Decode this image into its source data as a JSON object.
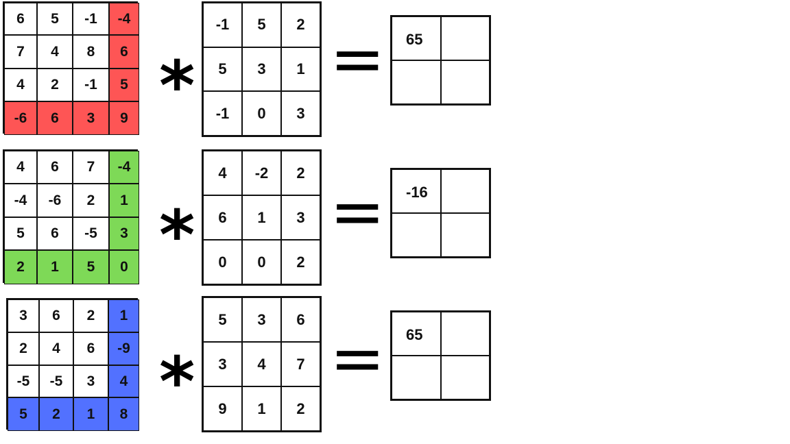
{
  "highlight_colors": [
    "#fe5555",
    "#7ed957",
    "#5271ff"
  ],
  "operator_symbol": "*",
  "equals_symbol": "=",
  "rows": [
    {
      "input": [
        [
          "6",
          "5",
          "-1",
          "-4"
        ],
        [
          "7",
          "4",
          "8",
          "6"
        ],
        [
          "4",
          "2",
          "-1",
          "5"
        ],
        [
          "-6",
          "6",
          "3",
          "9"
        ]
      ],
      "kernel": [
        [
          "-1",
          "5",
          "2"
        ],
        [
          "5",
          "3",
          "1"
        ],
        [
          "-1",
          "0",
          "3"
        ]
      ],
      "output": [
        [
          "65",
          ""
        ],
        [
          "",
          ""
        ]
      ]
    },
    {
      "input": [
        [
          "4",
          "6",
          "7",
          "-4"
        ],
        [
          "-4",
          "-6",
          "2",
          "1"
        ],
        [
          "5",
          "6",
          "-5",
          "3"
        ],
        [
          "2",
          "1",
          "5",
          "0"
        ]
      ],
      "kernel": [
        [
          "4",
          "-2",
          "2"
        ],
        [
          "6",
          "1",
          "3"
        ],
        [
          "0",
          "0",
          "2"
        ]
      ],
      "output": [
        [
          "-16",
          ""
        ],
        [
          "",
          ""
        ]
      ]
    },
    {
      "input": [
        [
          "3",
          "6",
          "2",
          "1"
        ],
        [
          "2",
          "4",
          "6",
          "-9"
        ],
        [
          "-5",
          "-5",
          "3",
          "4"
        ],
        [
          "5",
          "2",
          "1",
          "8"
        ]
      ],
      "kernel": [
        [
          "5",
          "3",
          "6"
        ],
        [
          "3",
          "4",
          "7"
        ],
        [
          "9",
          "1",
          "2"
        ]
      ],
      "output": [
        [
          "65",
          ""
        ],
        [
          "",
          ""
        ]
      ]
    }
  ]
}
